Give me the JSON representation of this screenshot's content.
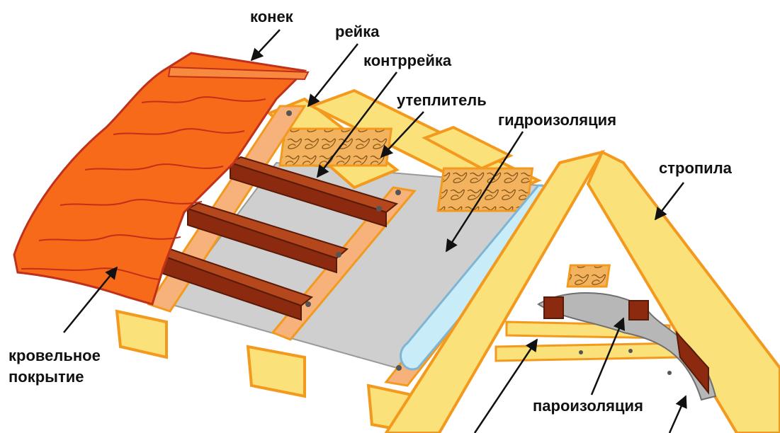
{
  "labels": {
    "ridge": "конек",
    "batten": "рейка",
    "counter_batten": "контррейка",
    "insulation": "утеплитель",
    "waterproofing": "гидроизоляция",
    "rafters": "стропила",
    "roofing_line1": "кровельное",
    "roofing_line2": "покрытие",
    "vapor_barrier": "пароизоляция"
  },
  "colors": {
    "wood": "#fbe17a",
    "wood_outline": "#f39a1e",
    "counter_batten": "#f6b27a",
    "batten": "#8c2a10",
    "batten_top": "#b4481c",
    "membrane": "#cfcfcf",
    "insulation": "#f3b35e",
    "waterproof_roll": "#c8ecf8",
    "tile": "#f76a1a",
    "tile_outline": "#c0301a",
    "vapor_barrier": "#b7b7b7",
    "text": "#111111"
  }
}
